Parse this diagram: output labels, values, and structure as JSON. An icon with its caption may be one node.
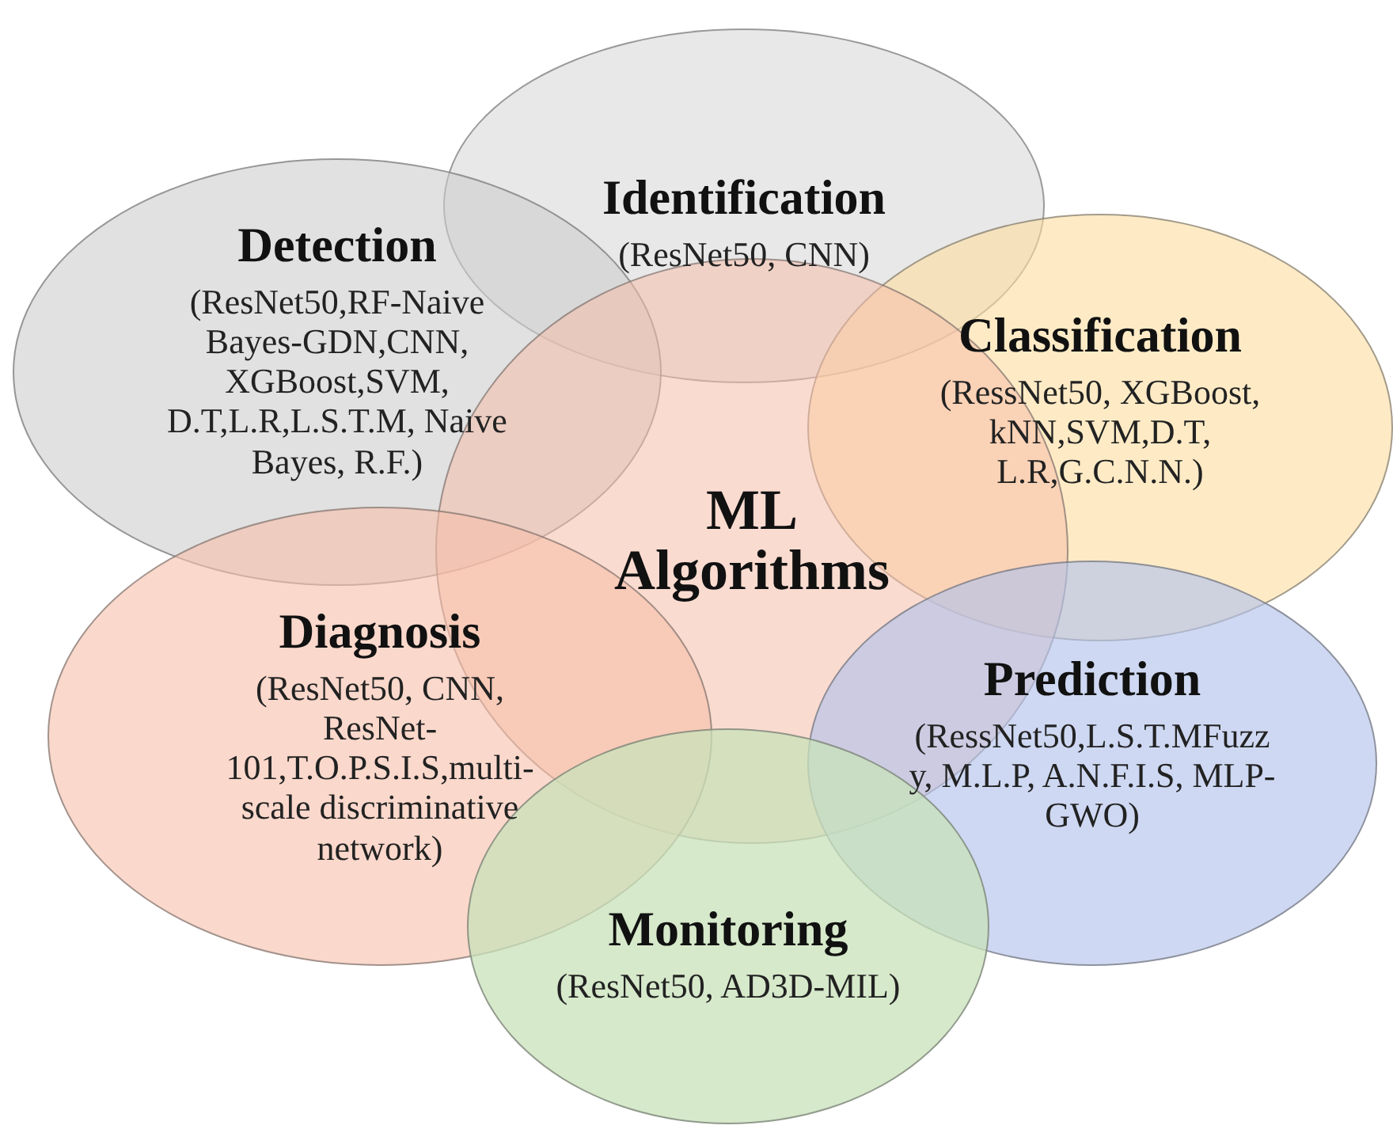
{
  "diagram": {
    "nodes": [
      {
        "text": [
          "Identification",
          "(ResNet50, CNN)"
        ]
      },
      {
        "text": [
          "Detection",
          "(ResNet50,RF-Naive Bayes-GDN,CNN, XGBoost,SVM, D.T,L.R,L.S.T.M, Naive Bayes, R.F.)"
        ]
      },
      {
        "text": [
          "Classification",
          "(RessNet50, XGBoost, kNN,SVM,D.T, L.R,G.C.N.N.)"
        ]
      },
      {
        "text": [
          "ML Algorithms"
        ]
      },
      {
        "text": [
          "Prediction",
          "(RessNet50,L.S.T.MFuzzy, M.L.P, A.N.F.I.S, MLP-GWO)"
        ]
      },
      {
        "text": [
          "Diagnosis",
          "(ResNet50, CNN, ResNet-101,T.O.P.S.I.S,multi-scale discriminative network)"
        ]
      },
      {
        "text": [
          "Monitoring",
          "(ResNet50, AD3D-MIL)"
        ]
      }
    ],
    "edges": []
  }
}
